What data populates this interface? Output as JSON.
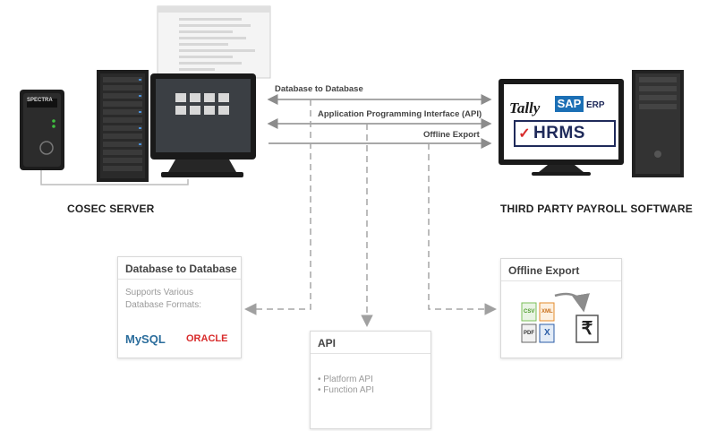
{
  "left": {
    "heading": "COSEC SERVER",
    "device_brand": "SPECTRA"
  },
  "right": {
    "heading": "THIRD PARTY PAYROLL SOFTWARE",
    "logo_tally": "Tally",
    "logo_sap": "SAP",
    "logo_erp": "ERP",
    "logo_hrms": "HRMS"
  },
  "connections": [
    "Database to Database",
    "Application Programming Interface (API)",
    "Offline Export"
  ],
  "db_card": {
    "title": "Database to Database",
    "line1": "Supports Various",
    "line2": "Database Formats:",
    "logo_mysql": "MySQL",
    "logo_oracle": "ORACLE"
  },
  "api_card": {
    "title": "API",
    "items": [
      "Platform API",
      "Function API"
    ]
  },
  "export_card": {
    "title": "Offline Export",
    "formats": [
      "CSV",
      "XML",
      "PDF",
      "X"
    ],
    "currency": "₹"
  },
  "colors": {
    "arrow": "#8c8c8c",
    "dashed": "#a6a6a6",
    "screen": "#1a1a1a",
    "tile": "#3a3a3a",
    "mysql_blue": "#2b6d9c",
    "mysql_orange": "#e88a1a",
    "oracle_red": "#d82b2b",
    "hrms_navy": "#1f2a5a",
    "sap_blue": "#1b6fb5"
  }
}
